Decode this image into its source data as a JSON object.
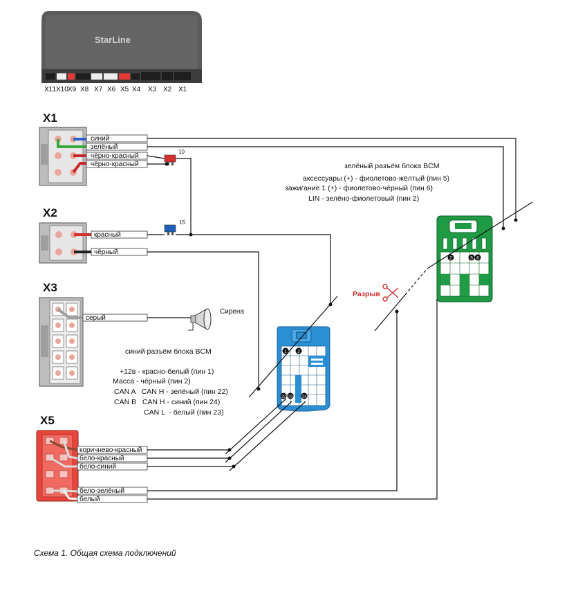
{
  "unit": {
    "brand": "StarLine",
    "port_labels": [
      "X11",
      "X10",
      "X9",
      "X8",
      "X7",
      "X6",
      "X5",
      "X4",
      "X3",
      "X2",
      "X1"
    ]
  },
  "connectors": {
    "x1": {
      "title": "X1",
      "wires": [
        "синий",
        "зелёный",
        "чёрно-красный",
        "чёрно-красный"
      ],
      "fuse": "10"
    },
    "x2": {
      "title": "X2",
      "wires": [
        "красный",
        "чёрный"
      ],
      "fuse": "15"
    },
    "x3": {
      "title": "X3",
      "wires": [
        "серый"
      ],
      "siren_label": "Сирена"
    },
    "x5": {
      "title": "X5",
      "wires": [
        "коричнево-красный",
        "бело-красный",
        "бело-синий",
        "бело-зелёный",
        "белый"
      ]
    }
  },
  "bcm_blue": {
    "title": "синий разъём блока BCM",
    "lines": [
      "+12в - красно-белый (пин 1)",
      "Масса - чёрный (пин 2)",
      "CAN A   CAN H - зелёный (пин 22)",
      "CAN B   CAN H - синий (пин 24)",
      "CAN L  - белый (пин 23)"
    ],
    "pins": [
      "1",
      "2",
      "22",
      "23",
      "24"
    ]
  },
  "bcm_green": {
    "title": "зелёный разъём блока BCM",
    "lines": [
      "аксессуары (+) - фиолетово-жёлтый (пин 5)",
      "зажигание 1 (+) - фиолетово-чёрный (пин 6)",
      "LIN - зелёно-фиолетовый (пин 2)"
    ],
    "pins": [
      "2",
      "5",
      "6"
    ]
  },
  "break_label": "Разрыв",
  "caption": "Схема 1.  Общая схема подключений",
  "colors": {
    "blue_connector": "#2b8fd4",
    "green_connector": "#1f9a45",
    "x5_red": "#e8453c",
    "unit_body": "#5a5a5a"
  }
}
